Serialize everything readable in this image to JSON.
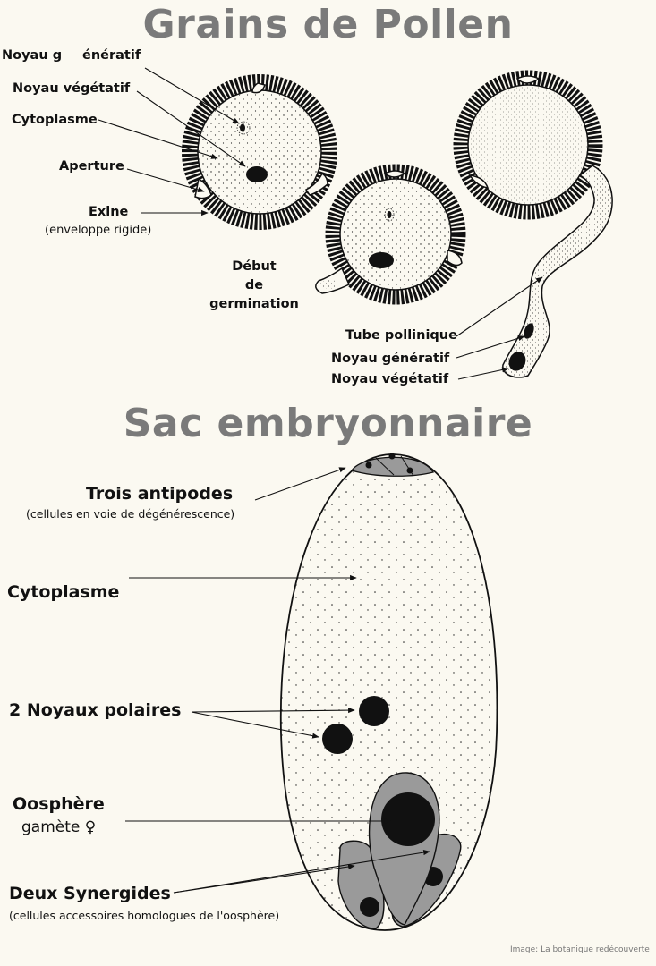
{
  "titles": {
    "pollen": "Grains de Pollen",
    "sac": "Sac embryonnaire"
  },
  "pollen": {
    "noyau_generatif_a": "Noyau g",
    "noyau_generatif_b": "énératif",
    "noyau_vegetatif": "Noyau végétatif",
    "cytoplasme": "Cytoplasme",
    "aperture": "Aperture",
    "exine": "Exine",
    "exine_note": "(enveloppe rigide)",
    "debut_1": "Début",
    "debut_2": "de",
    "debut_3": "germination",
    "tube": "Tube pollinique",
    "noyau_generatif_2": "Noyau génératif",
    "noyau_vegetatif_2": "Noyau végétatif"
  },
  "sac": {
    "antipodes": "Trois antipodes",
    "antipodes_note": "(cellules en voie de dégénérescence)",
    "cytoplasme": "Cytoplasme",
    "polaires": "2 Noyaux polaires",
    "oosphere": "Oosphère",
    "gamete": "gamète ♀",
    "synergides": "Deux Synergides",
    "synergides_note": "(cellules accessoires homologues de l'oosphère)"
  },
  "credit": "Image: La botanique redécouverte",
  "colors": {
    "background": "#fbf9f1",
    "title": "#7a7a7a",
    "cell_gray": "#9a9a9a",
    "ink": "#111111"
  }
}
